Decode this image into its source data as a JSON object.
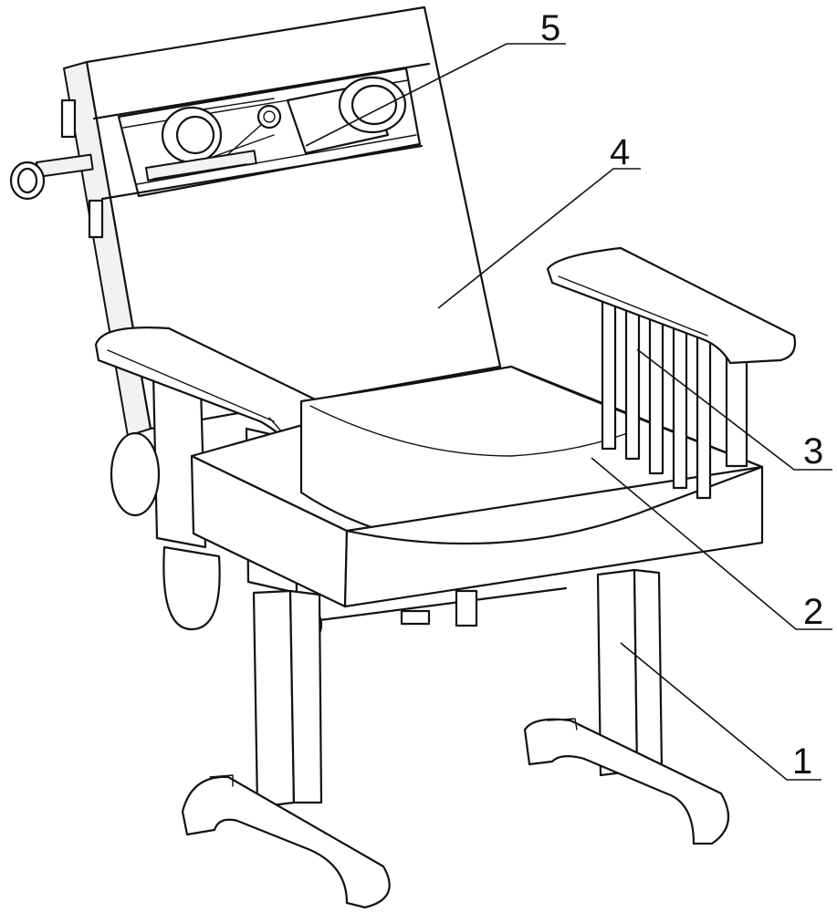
{
  "figure": {
    "callouts": [
      {
        "id": "leg",
        "label": "1"
      },
      {
        "id": "seat",
        "label": "2"
      },
      {
        "id": "armrest",
        "label": "3"
      },
      {
        "id": "backrest",
        "label": "4"
      },
      {
        "id": "headrest-roller",
        "label": "5"
      }
    ]
  }
}
